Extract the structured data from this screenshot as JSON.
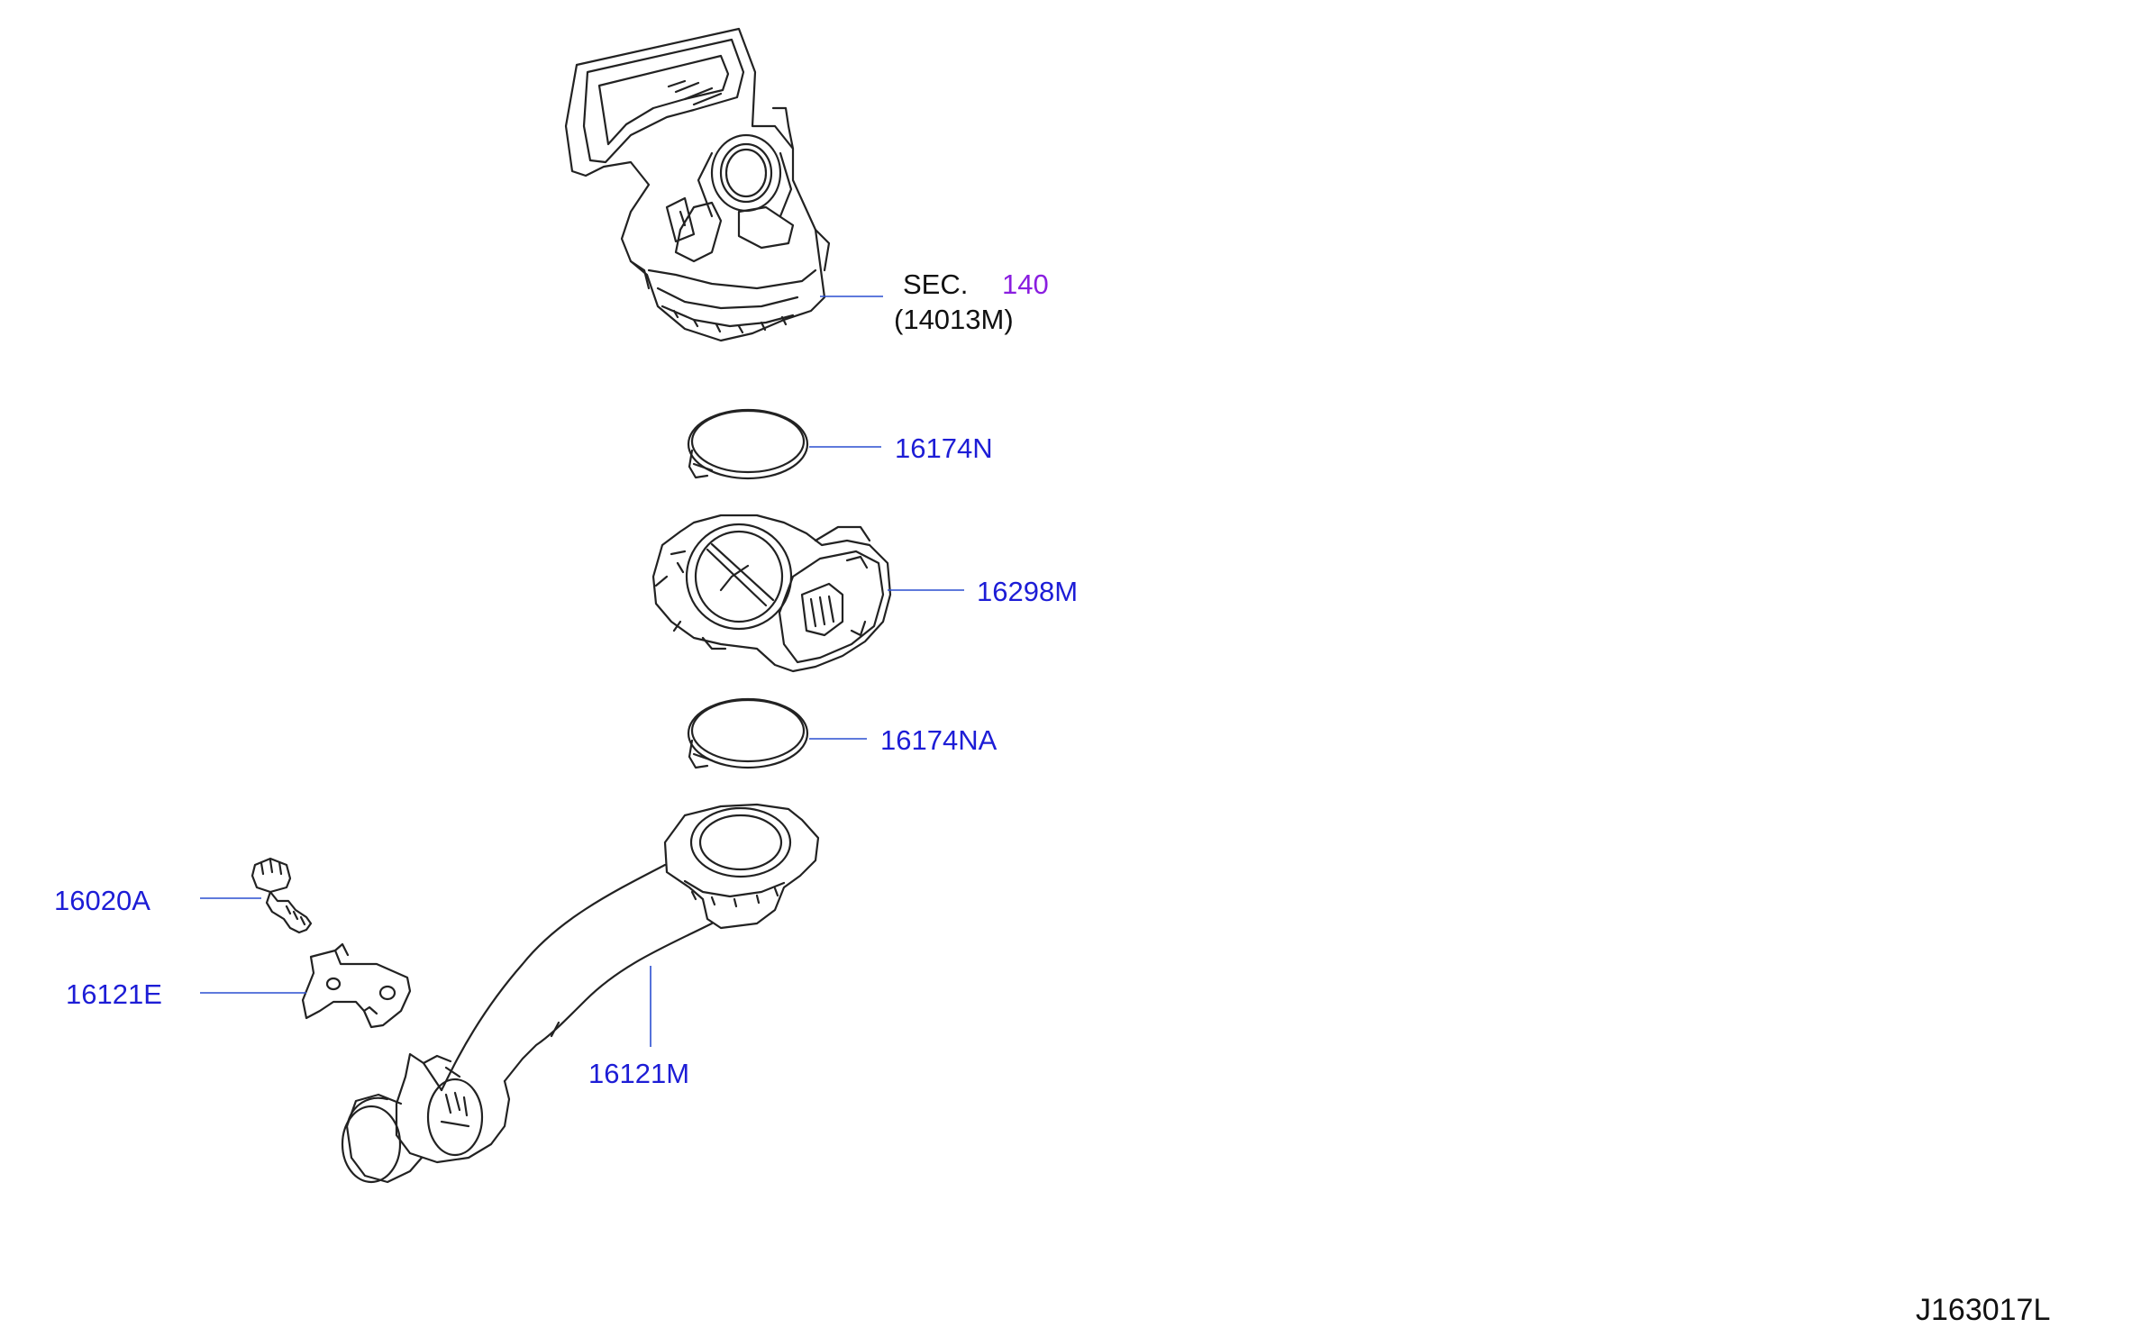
{
  "section": {
    "prefix": "SEC.",
    "number": "140",
    "sub_part": "(14013M)"
  },
  "labels": {
    "p16174N": "16174N",
    "p16298M": "16298M",
    "p16174NA": "16174NA",
    "p16020A": "16020A",
    "p16121E": "16121E",
    "p16121M": "16121M"
  },
  "diagram_code": "J163017L",
  "colors": {
    "label": "#1d1dd6",
    "section_number": "#8a1ee0",
    "leader": "#2a4fd1",
    "line_art": "#222222"
  }
}
